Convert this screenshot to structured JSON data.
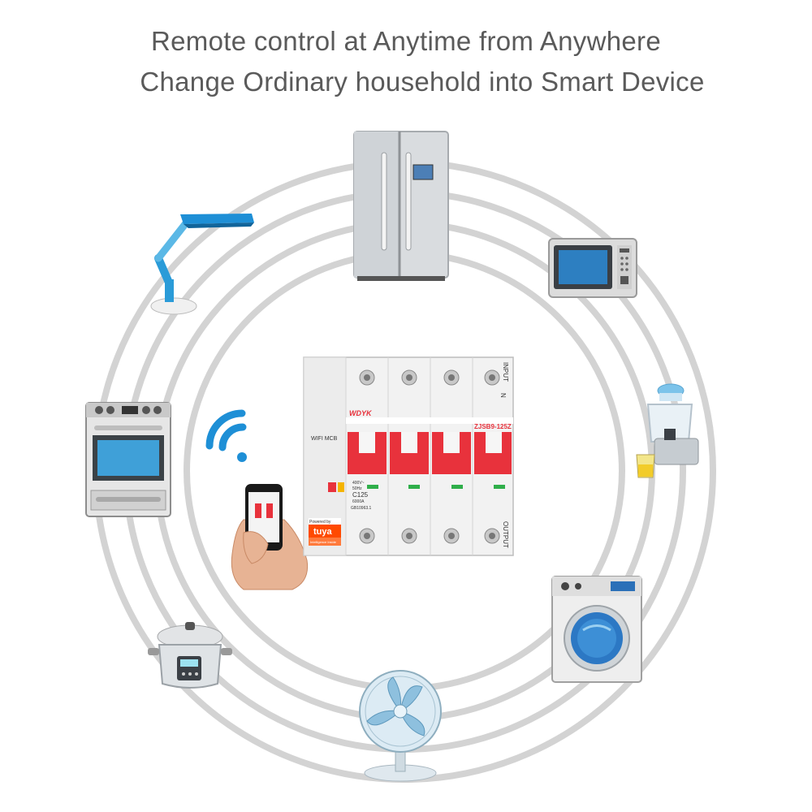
{
  "headline": {
    "line1": "Remote control at Anytime from Anywhere",
    "line2": "Change Ordinary household into Smart Device"
  },
  "breaker": {
    "brand": "WDYK",
    "model": "ZJSB9-125Z",
    "module_label": "WIFI MCB",
    "input_label": "INPUT",
    "output_label": "OUTPUT",
    "neutral_label": "N",
    "rating_voltage": "400V~",
    "rating_freq": "50Hz",
    "rating_curve": "C125",
    "rating_capacity": "6000A",
    "standard": "GB10963.1",
    "powered_by": "Powered by",
    "tuya": "tuya",
    "tuya_sub": "Intelligence Inside"
  },
  "colors": {
    "ring": "#d3d3d3",
    "accent_blue": "#1e8fd6",
    "breaker_red": "#e8323c",
    "text_gray": "#5a5a5a"
  },
  "icons": [
    "refrigerator-icon",
    "microwave-icon",
    "juicer-icon",
    "washing-machine-icon",
    "fan-icon",
    "rice-cooker-icon",
    "oven-icon",
    "desk-lamp-icon",
    "wifi-icon",
    "phone-in-hand-icon",
    "circuit-breaker-icon"
  ]
}
